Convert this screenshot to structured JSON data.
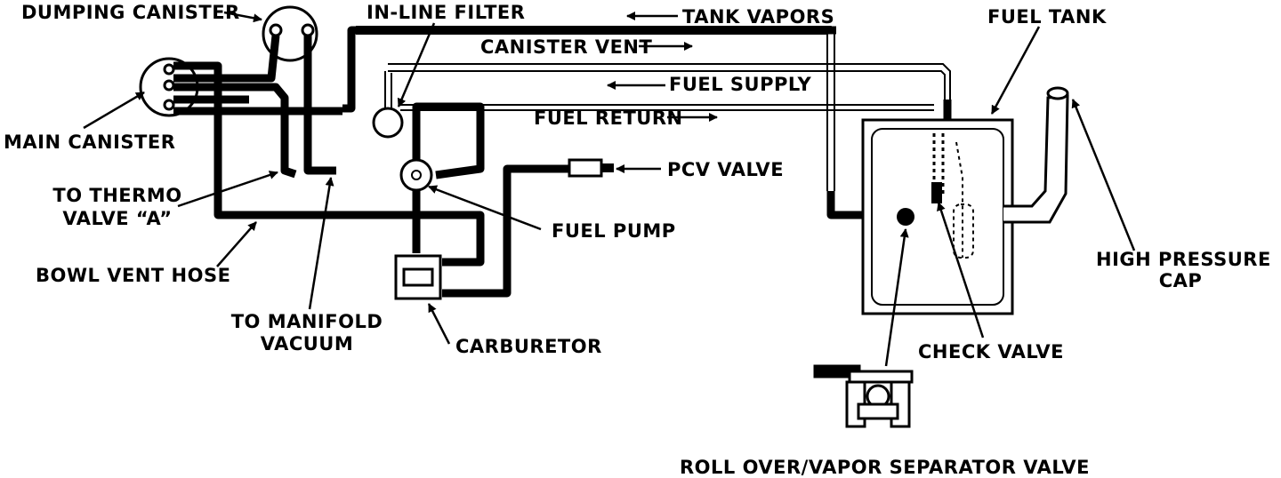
{
  "labels": {
    "dumping_canister": "DUMPING CANISTER",
    "in_line_filter": "IN-LINE FILTER",
    "tank_vapors": "TANK VAPORS",
    "fuel_tank": "FUEL TANK",
    "canister_vent": "CANISTER VENT",
    "fuel_supply": "FUEL SUPPLY",
    "fuel_return": "FUEL RETURN",
    "main_canister": "MAIN CANISTER",
    "pcv_valve": "PCV VALVE",
    "to_thermo_valve_line1": "TO THERMO",
    "to_thermo_valve_line2": "VALVE “A”",
    "fuel_pump": "FUEL PUMP",
    "high_pressure_cap_line1": "HIGH PRESSURE",
    "high_pressure_cap_line2": "CAP",
    "bowl_vent_hose": "BOWL VENT HOSE",
    "to_manifold_vacuum_line1": "TO MANIFOLD",
    "to_manifold_vacuum_line2": "VACUUM",
    "carburetor": "CARBURETOR",
    "check_valve": "CHECK VALVE",
    "roll_over_vapor_separator_valve": "ROLL OVER/VAPOR SEPARATOR VALVE"
  },
  "colors": {
    "ink": "#000000",
    "paper": "#ffffff"
  }
}
